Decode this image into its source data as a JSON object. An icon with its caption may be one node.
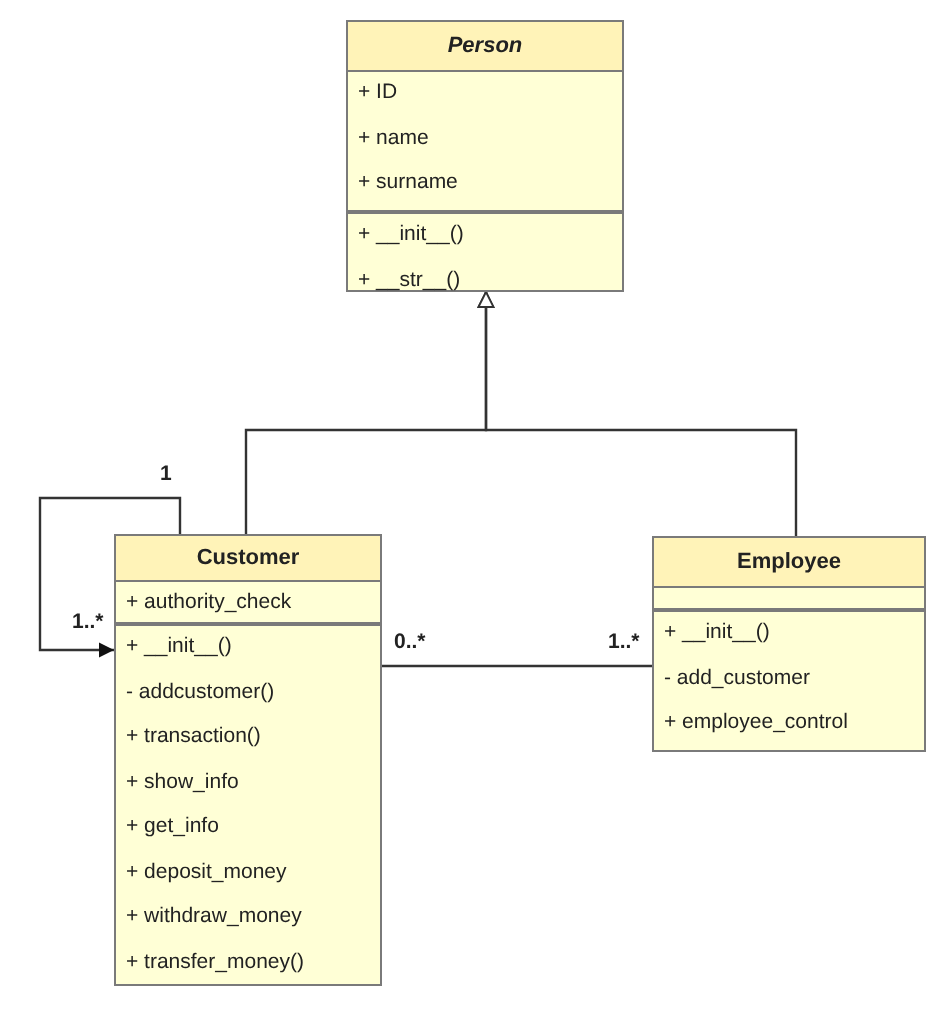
{
  "diagram": {
    "nodes": [
      {
        "text": [
          "Person"
        ]
      },
      {
        "text": [
          "+ ID",
          "+ name",
          "+ surname"
        ],
        "in": 0
      },
      {
        "text": [
          "+ __init__()",
          "+ __str__()"
        ],
        "in": 0
      },
      {
        "text": [
          "Customer"
        ]
      },
      {
        "text": [
          "+ authority_check"
        ],
        "in": 3
      },
      {
        "text": [
          "+ __init__()",
          "- addcustomer()",
          "+ transaction()",
          "+ show_info",
          "+ get_info",
          "+ deposit_money",
          "+ withdraw_money",
          "+ transfer_money()"
        ],
        "in": 3
      },
      {
        "text": [
          "Employee"
        ]
      },
      {
        "text": [],
        "shape": "box",
        "in": 6
      },
      {
        "text": [
          "+ __init__()",
          "- add_customer",
          "+ employee_control"
        ],
        "in": 6
      }
    ],
    "edges": [
      {
        "from": 3,
        "to": 0,
        "arrow": "to"
      },
      {
        "from": 6,
        "to": 0,
        "arrow": "to"
      },
      {
        "from": 3,
        "to": 5,
        "arrow": "to"
      },
      {
        "from": 3,
        "to": 6,
        "arrow": "none"
      }
    ],
    "labels": [
      "1",
      "1..*",
      "0..*",
      "1..*"
    ]
  }
}
